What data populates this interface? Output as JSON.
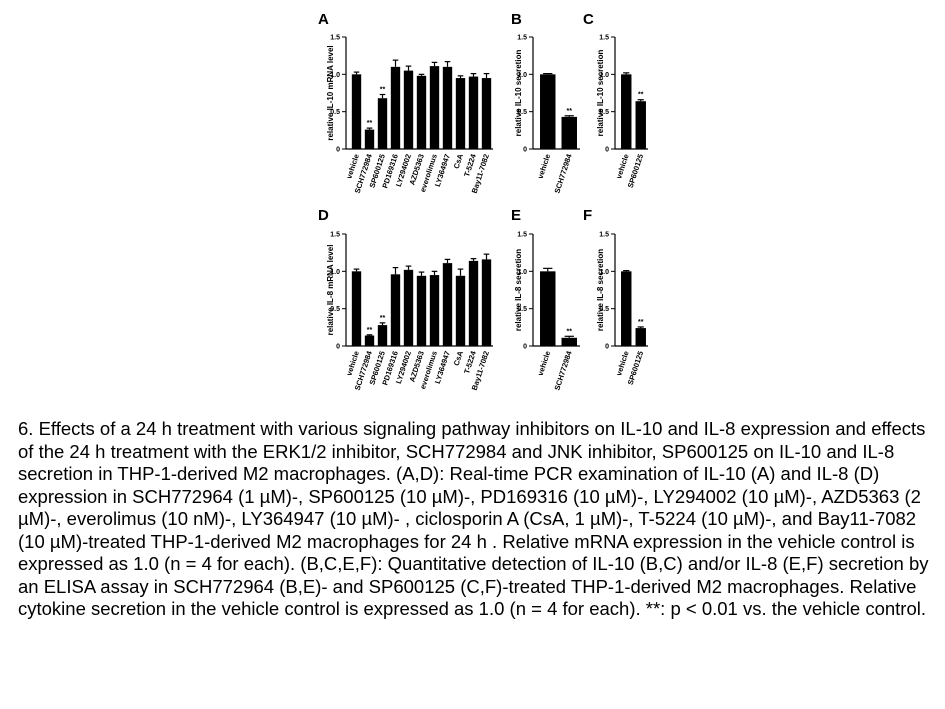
{
  "chart_data": [
    {
      "panel": "A",
      "type": "bar",
      "ylabel": "relative IL-10 mRNA level",
      "ylim": [
        0,
        1.5
      ],
      "yticks": [
        "0",
        "0.5",
        "1.0",
        "1.5"
      ],
      "categories": [
        "vehicle",
        "SCH772984",
        "SP600125",
        "PD169316",
        "LY294002",
        "AZD5363",
        "everolimus",
        "LY364947",
        "CsA",
        "T-5224",
        "Bay11-7082"
      ],
      "values": [
        1.0,
        0.26,
        0.68,
        1.1,
        1.05,
        0.98,
        1.11,
        1.1,
        0.95,
        0.97,
        0.95
      ],
      "errors": [
        0.03,
        0.02,
        0.05,
        0.09,
        0.06,
        0.02,
        0.05,
        0.07,
        0.03,
        0.04,
        0.06
      ],
      "annotations": [
        "",
        "**",
        "**",
        "",
        "",
        "",
        "",
        "",
        "",
        "",
        ""
      ],
      "grid": false,
      "legend": "none"
    },
    {
      "panel": "B",
      "type": "bar",
      "ylabel": "relative IL-10 secretion",
      "ylim": [
        0,
        1.5
      ],
      "yticks": [
        "0",
        "0.5",
        "1.0",
        "1.5"
      ],
      "categories": [
        "vehicle",
        "SCH772984"
      ],
      "values": [
        1.0,
        0.43
      ],
      "errors": [
        0.01,
        0.015
      ],
      "annotations": [
        "",
        "**"
      ],
      "grid": false,
      "legend": "none"
    },
    {
      "panel": "C",
      "type": "bar",
      "ylabel": "relative IL-10 secretion",
      "ylim": [
        0,
        1.5
      ],
      "yticks": [
        "0",
        "0.5",
        "1.0",
        "1.5"
      ],
      "categories": [
        "vehicle",
        "SP600125"
      ],
      "values": [
        1.0,
        0.64
      ],
      "errors": [
        0.02,
        0.02
      ],
      "annotations": [
        "",
        "**"
      ],
      "grid": false,
      "legend": "none"
    },
    {
      "panel": "D",
      "type": "bar",
      "ylabel": "relative IL-8 mRNA level",
      "ylim": [
        0,
        1.5
      ],
      "yticks": [
        "0",
        "0.5",
        "1.0",
        "1.5"
      ],
      "categories": [
        "vehicle",
        "SCH772984",
        "SP600125",
        "PD169316",
        "LY294002",
        "AZD5363",
        "everolimus",
        "LY364947",
        "CsA",
        "T-5224",
        "Bay11-7082"
      ],
      "values": [
        1.0,
        0.14,
        0.28,
        0.96,
        1.02,
        0.94,
        0.95,
        1.11,
        0.94,
        1.14,
        1.16
      ],
      "errors": [
        0.03,
        0.01,
        0.03,
        0.09,
        0.05,
        0.05,
        0.05,
        0.05,
        0.09,
        0.03,
        0.07
      ],
      "annotations": [
        "",
        "**",
        "**",
        "",
        "",
        "",
        "",
        "",
        "",
        "",
        ""
      ],
      "grid": false,
      "legend": "none"
    },
    {
      "panel": "E",
      "type": "bar",
      "ylabel": "relative IL-8 secretion",
      "ylim": [
        0,
        1.5
      ],
      "yticks": [
        "0",
        "0.5",
        "1.0",
        "1.5"
      ],
      "categories": [
        "vehicle",
        "SCH772984"
      ],
      "values": [
        1.0,
        0.11
      ],
      "errors": [
        0.04,
        0.02
      ],
      "annotations": [
        "",
        "**"
      ],
      "grid": false,
      "legend": "none"
    },
    {
      "panel": "F",
      "type": "bar",
      "ylabel": "relative IL-8 secretion",
      "ylim": [
        0,
        1.5
      ],
      "yticks": [
        "0",
        "0.5",
        "1.0",
        "1.5"
      ],
      "categories": [
        "vehicle",
        "SP600125"
      ],
      "values": [
        1.0,
        0.24
      ],
      "errors": [
        0.01,
        0.015
      ],
      "annotations": [
        "",
        "**"
      ],
      "grid": false,
      "legend": "none"
    }
  ],
  "caption": "6. Effects of a 24 h treatment with various signaling pathway inhibitors on IL-10 and IL-8 expression and effects of the 24 h treatment with the ERK1/2 inhibitor, SCH772984 and JNK inhibitor, SP600125 on IL-10 and IL-8 secretion in THP-1-derived M2 macrophages. (A,D): Real-time PCR examination of IL-10 (A) and IL-8 (D) expression in SCH772964 (1 µM)-, SP600125 (10 µM)-, PD169316 (10 µM)-, LY294002 (10 µM)-, AZD5363 (2 µM)-, everolimus (10 nM)-, LY364947 (10 µM)- , ciclosporin A (CsA, 1 µM)-, T-5224 (10 µM)-, and Bay11-7082 (10 µM)-treated THP-1-derived M2 macrophages for 24 h . Relative mRNA expression in the vehicle control is expressed as 1.0 (n = 4 for each). (B,C,E,F): Quantitative detection of IL-10 (B,C) and/or IL-8 (E,F) secretion by an ELISA assay in SCH772964 (B,E)- and SP600125 (C,F)-treated THP-1-derived M2 macrophages. Relative cytokine secretion in the vehicle control is expressed as 1.0 (n = 4 for each). **: p < 0.01 vs. the vehicle control."
}
